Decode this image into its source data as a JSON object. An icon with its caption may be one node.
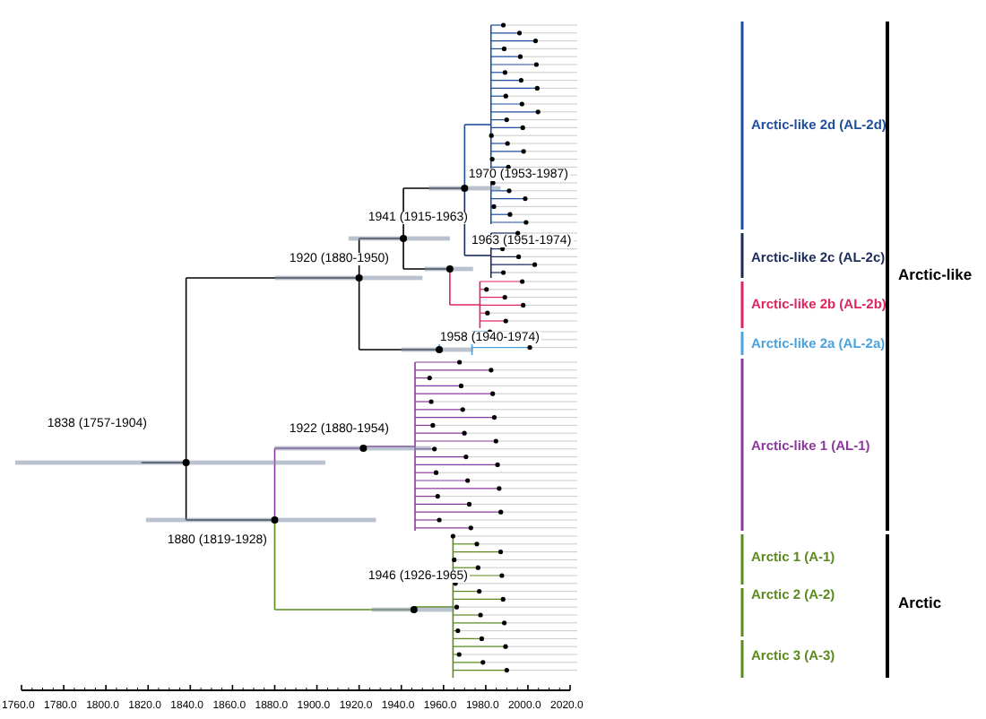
{
  "diagram": {
    "labels": [
      "1970 (1953-1987)",
      "1941 (1915-1963)",
      "1963 (1951-1974)",
      "1920 (1880-1950)",
      "1958 (1940-1974)",
      "1838 (1757-1904)",
      "1922 (1880-1954)",
      "1880 (1819-1928)",
      "1946 (1926-1965)",
      "Arctic-like 2d (AL-2d)",
      "Arctic-like 2c (AL-2c)",
      "Arctic-like 2b (AL-2b)",
      "Arctic-like 2a (AL-2a)",
      "Arctic-like 1 (AL-1)",
      "Arctic 1 (A-1)",
      "Arctic 2 (A-2)",
      "Arctic 3 (A-3)",
      "Arctic-like",
      "Arctic",
      "1760.0",
      "1780.0",
      "1800.0",
      "1820.0",
      "1840.0",
      "1860.0",
      "1880.0",
      "1900.0",
      "1920.0",
      "1940.0",
      "1960.0",
      "1980.0",
      "2000.0",
      "2020.0"
    ]
  }
}
